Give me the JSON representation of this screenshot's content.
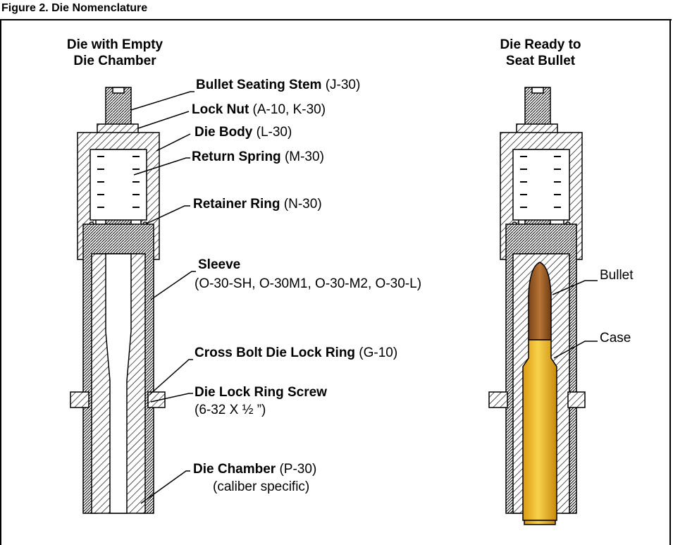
{
  "figure": {
    "title": "Figure 2. Die Nomenclature"
  },
  "left_heading": {
    "line1": "Die with Empty",
    "line2": "Die Chamber"
  },
  "right_heading": {
    "line1": "Die Ready to",
    "line2": "Seat Bullet"
  },
  "labels": {
    "stem": {
      "name": "Bullet Seating Stem",
      "code": " (J-30)"
    },
    "locknut": {
      "name": "Lock Nut",
      "code": " (A-10, K-30)"
    },
    "body": {
      "name": "Die Body",
      "code": " (L-30)"
    },
    "spring": {
      "name": "Return Spring",
      "code": " (M-30)"
    },
    "retainer": {
      "name": "Retainer Ring",
      "code": " (N-30)"
    },
    "sleeve": {
      "name": "Sleeve",
      "code": "",
      "sub": "(O-30-SH, O-30M1, O-30-M2, O-30-L)"
    },
    "crossbolt": {
      "name": "Cross Bolt Die Lock Ring",
      "code": " (G-10)"
    },
    "screw": {
      "name": "Die Lock Ring Screw",
      "code": "",
      "sub": "(6-32 X ½ ”)"
    },
    "chamber": {
      "name": "Die Chamber",
      "code": " (P-30)",
      "sub": "(caliber specific)"
    },
    "bullet": {
      "name": "Bullet"
    },
    "case": {
      "name": "Case"
    }
  },
  "colors": {
    "bullet": "#9a5a2a",
    "case": "#e6b820",
    "line": "#000000"
  }
}
